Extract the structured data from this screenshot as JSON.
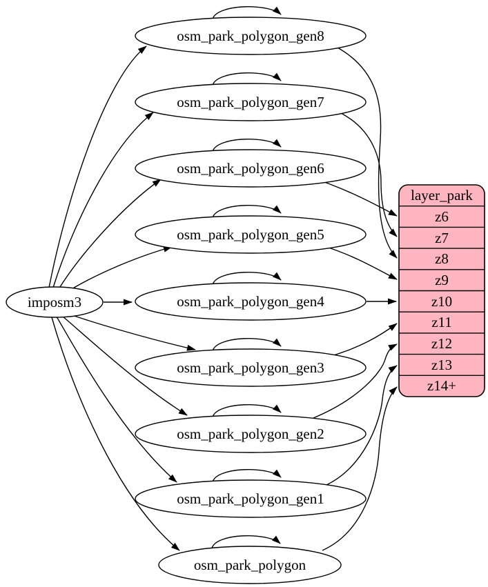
{
  "diagram": {
    "kind": "etl-graph",
    "background_color": "#ffffff",
    "node_fill": "#ffffff",
    "edge_color": "#000000",
    "source": {
      "label": "imposm3"
    },
    "tables": [
      {
        "id": "gen8",
        "label": "osm_park_polygon_gen8",
        "feeds_zoom": "z8"
      },
      {
        "id": "gen7",
        "label": "osm_park_polygon_gen7",
        "feeds_zoom": "z7"
      },
      {
        "id": "gen6",
        "label": "osm_park_polygon_gen6",
        "feeds_zoom": "z6"
      },
      {
        "id": "gen5",
        "label": "osm_park_polygon_gen5",
        "feeds_zoom": "z9"
      },
      {
        "id": "gen4",
        "label": "osm_park_polygon_gen4",
        "feeds_zoom": "z10"
      },
      {
        "id": "gen3",
        "label": "osm_park_polygon_gen3",
        "feeds_zoom": "z11"
      },
      {
        "id": "gen2",
        "label": "osm_park_polygon_gen2",
        "feeds_zoom": "z12"
      },
      {
        "id": "gen1",
        "label": "osm_park_polygon_gen1",
        "feeds_zoom": "z13"
      },
      {
        "id": "base",
        "label": "osm_park_polygon",
        "feeds_zoom": "z14+"
      }
    ],
    "layer": {
      "title": "layer_park",
      "fill": "#ffb6c1",
      "stroke": "#000000",
      "rows": [
        "z6",
        "z7",
        "z8",
        "z9",
        "z10",
        "z11",
        "z12",
        "z13",
        "z14+"
      ]
    },
    "edges": {
      "from_source_to": [
        "osm_park_polygon_gen8",
        "osm_park_polygon_gen7",
        "osm_park_polygon_gen6",
        "osm_park_polygon_gen5",
        "osm_park_polygon_gen4",
        "osm_park_polygon_gen3",
        "osm_park_polygon_gen2",
        "osm_park_polygon_gen1",
        "osm_park_polygon"
      ],
      "self_loops_on": [
        "osm_park_polygon_gen8",
        "osm_park_polygon_gen7",
        "osm_park_polygon_gen6",
        "osm_park_polygon_gen5",
        "osm_park_polygon_gen4",
        "osm_park_polygon_gen3",
        "osm_park_polygon_gen2",
        "osm_park_polygon_gen1",
        "osm_park_polygon"
      ],
      "to_layer": [
        {
          "from": "osm_park_polygon_gen6",
          "to": "z6"
        },
        {
          "from": "osm_park_polygon_gen7",
          "to": "z7"
        },
        {
          "from": "osm_park_polygon_gen8",
          "to": "z8"
        },
        {
          "from": "osm_park_polygon_gen5",
          "to": "z9"
        },
        {
          "from": "osm_park_polygon_gen4",
          "to": "z10"
        },
        {
          "from": "osm_park_polygon_gen3",
          "to": "z11"
        },
        {
          "from": "osm_park_polygon_gen2",
          "to": "z12"
        },
        {
          "from": "osm_park_polygon_gen1",
          "to": "z13"
        },
        {
          "from": "osm_park_polygon",
          "to": "z14+"
        }
      ]
    }
  }
}
